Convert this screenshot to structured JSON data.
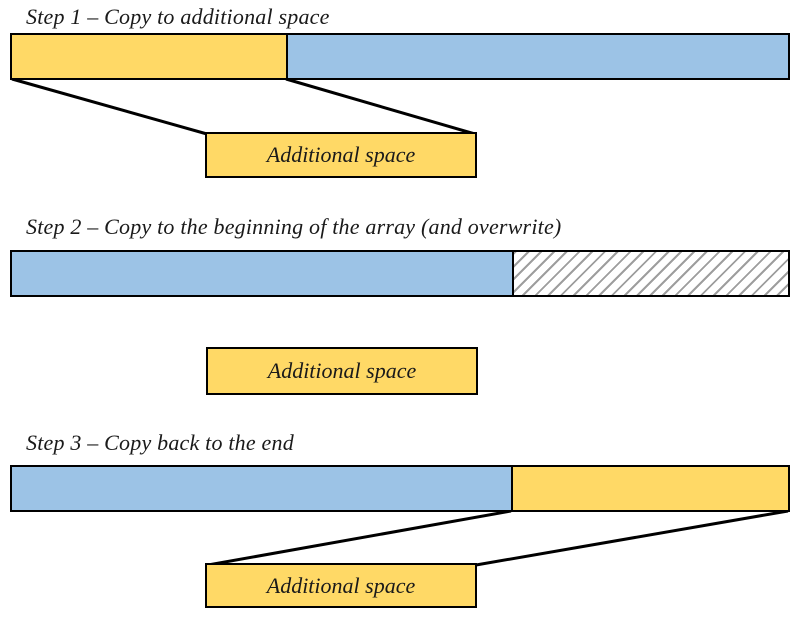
{
  "colors": {
    "yellow": "#FFD966",
    "blue": "#9CC3E6",
    "hatch": "#9e9e9e",
    "outline": "#000000",
    "text_dark": "#1a1a1a",
    "background": "#ffffff"
  },
  "steps": [
    {
      "title": "Step 1 – Copy to additional space",
      "bar_segments": [
        "copied-part-yellow",
        "remaining-part-blue"
      ],
      "additional_space_label": "Additional space"
    },
    {
      "title": "Step 2 – Copy to the beginning of the array (and overwrite)",
      "bar_segments": [
        "shifted-part-blue",
        "freed-space-hatched"
      ],
      "additional_space_label": "Additional space"
    },
    {
      "title": "Step 3 – Copy back to the end",
      "bar_segments": [
        "array-start-blue",
        "copied-back-part-yellow"
      ],
      "additional_space_label": "Additional space"
    }
  ]
}
